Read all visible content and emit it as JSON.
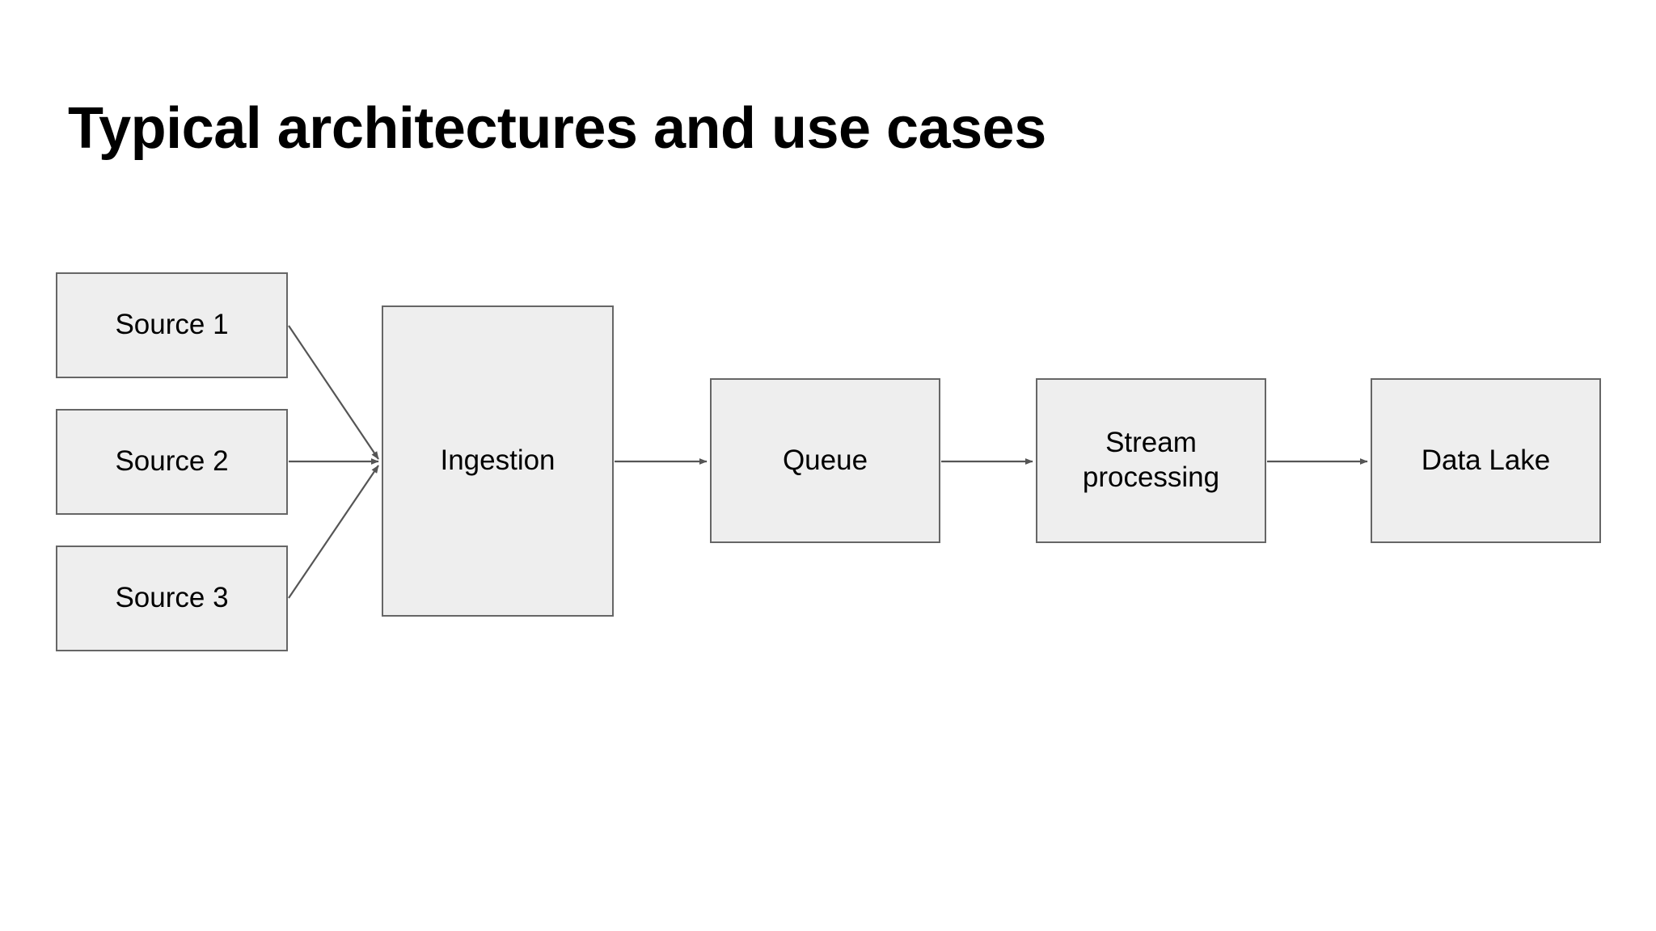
{
  "slide": {
    "title": "Typical architectures and use cases",
    "background_color": "#ffffff",
    "title_color": "#000000"
  },
  "theme": {
    "node_fill": "#eeeeee",
    "node_stroke": "#666666",
    "edge_stroke": "#555555",
    "text_color": "#000000"
  },
  "diagram": {
    "type": "flowchart",
    "direction": "left-to-right",
    "nodes": [
      {
        "id": "source-1",
        "label": "Source 1"
      },
      {
        "id": "source-2",
        "label": "Source 2"
      },
      {
        "id": "source-3",
        "label": "Source 3"
      },
      {
        "id": "ingestion",
        "label": "Ingestion"
      },
      {
        "id": "queue",
        "label": "Queue"
      },
      {
        "id": "stream",
        "label": "Stream\nprocessing"
      },
      {
        "id": "datalake",
        "label": "Data Lake"
      }
    ],
    "edges": [
      {
        "from": "source-1",
        "to": "ingestion",
        "arrow": "single"
      },
      {
        "from": "source-2",
        "to": "ingestion",
        "arrow": "single"
      },
      {
        "from": "source-3",
        "to": "ingestion",
        "arrow": "single"
      },
      {
        "from": "ingestion",
        "to": "queue",
        "arrow": "single"
      },
      {
        "from": "queue",
        "to": "stream",
        "arrow": "single"
      },
      {
        "from": "stream",
        "to": "datalake",
        "arrow": "single"
      }
    ]
  }
}
